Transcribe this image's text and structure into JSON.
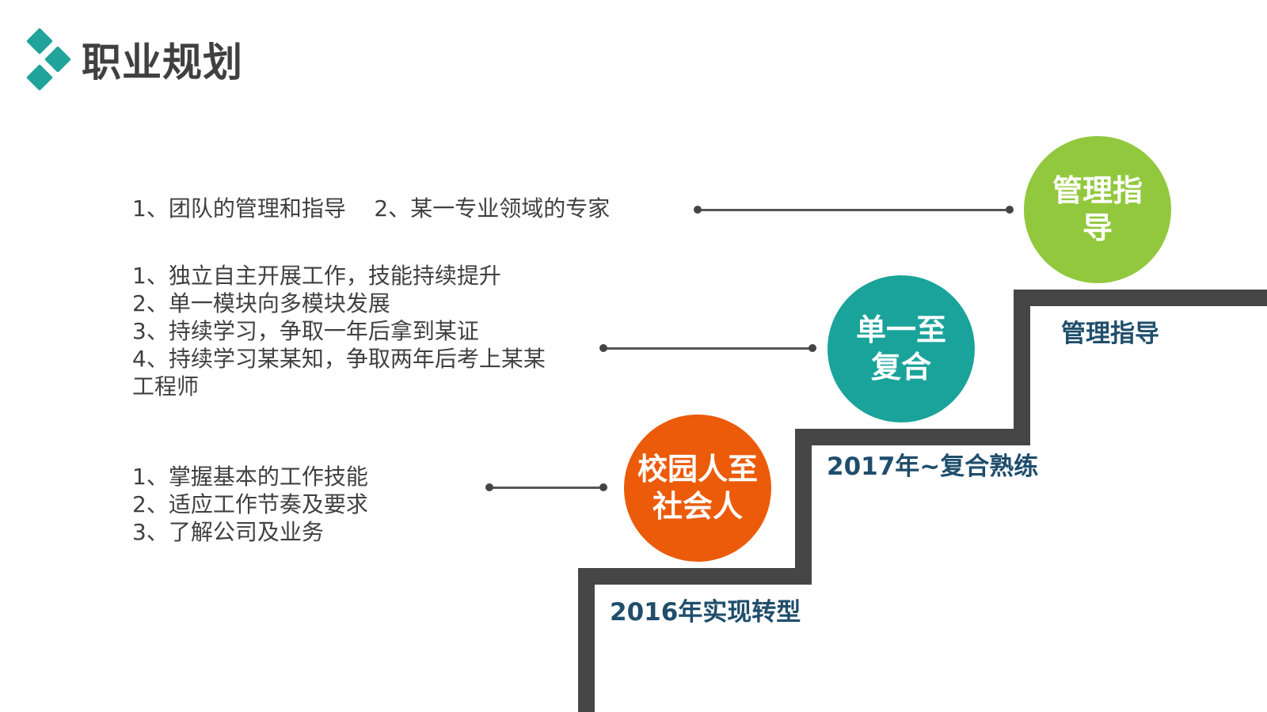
{
  "header": {
    "logo_icon": "teal-diamonds-icon",
    "title": "职业规划"
  },
  "theme": {
    "accent_teal": "#1aa39a",
    "accent_green": "#92c83e",
    "accent_orange": "#eb5b0a",
    "stair_color": "#464646",
    "label_color": "#1f4e6b",
    "text_color": "#404040"
  },
  "stages": [
    {
      "circle_text": "校园人至\n社会人",
      "step_label": "2016年实现转型",
      "color": "#eb5b0a",
      "description": "1、掌握基本的工作技能\n2、适应工作节奏及要求\n3、了解公司及业务"
    },
    {
      "circle_text": "单一至\n复合",
      "step_label": "2017年~复合熟练",
      "color": "#1aa39a",
      "description": "1、独立自主开展工作，技能持续提升\n2、单一模块向多模块发展\n3、持续学习，争取一年后拿到某证\n4、持续学习某某知，争取两年后考上某某\n工程师"
    },
    {
      "circle_text": "管理指\n导",
      "step_label": "管理指导",
      "color": "#92c83e",
      "description": "1、团队的管理和指导    2、某一专业领域的专家"
    }
  ]
}
